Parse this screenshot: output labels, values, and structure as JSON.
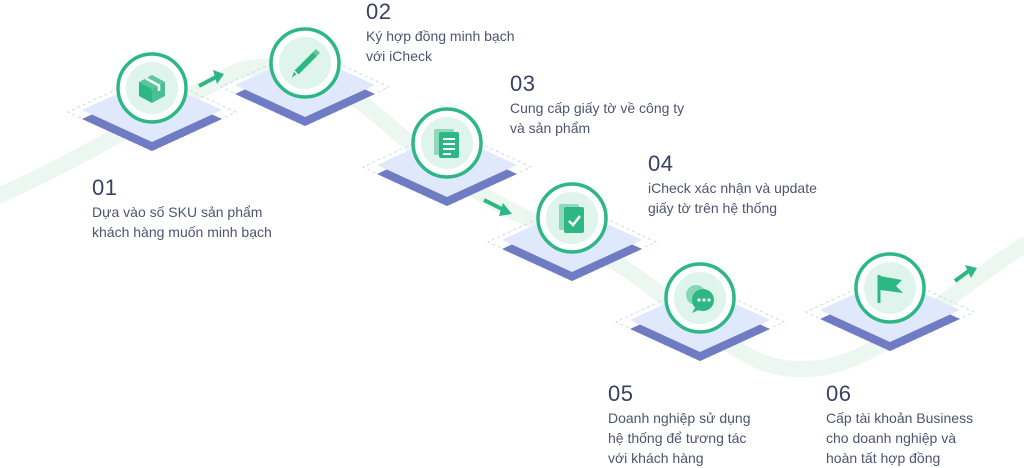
{
  "colors": {
    "accent": "#2db784",
    "accent_light": "#dff4ec",
    "path": "#eaf6f0",
    "tile_top": "#dfe9fb",
    "tile_side": "#6f7bc3",
    "text": "#3d4663"
  },
  "steps": [
    {
      "number": "01",
      "lines": [
        "Dựa vào số SKU sản phẩm",
        "khách hàng muốn minh bạch"
      ],
      "icon": "box-icon"
    },
    {
      "number": "02",
      "lines": [
        "Ký hợp đồng minh bạch",
        "với iCheck"
      ],
      "icon": "pencil-icon"
    },
    {
      "number": "03",
      "lines": [
        "Cung cấp giấy tờ về công ty",
        "và sản phẩm"
      ],
      "icon": "document-icon"
    },
    {
      "number": "04",
      "lines": [
        "iCheck xác nhận và update",
        "giấy tờ trên hệ thống"
      ],
      "icon": "checked-document-icon"
    },
    {
      "number": "05",
      "lines": [
        "Doanh nghiệp sử dụng",
        "hệ thống để tương tác",
        "với khách hàng"
      ],
      "icon": "chat-bubble-icon"
    },
    {
      "number": "06",
      "lines": [
        "Cấp tài khoản Business",
        "cho doanh nghiệp và",
        "hoàn tất hợp đồng"
      ],
      "icon": "flag-icon"
    }
  ]
}
